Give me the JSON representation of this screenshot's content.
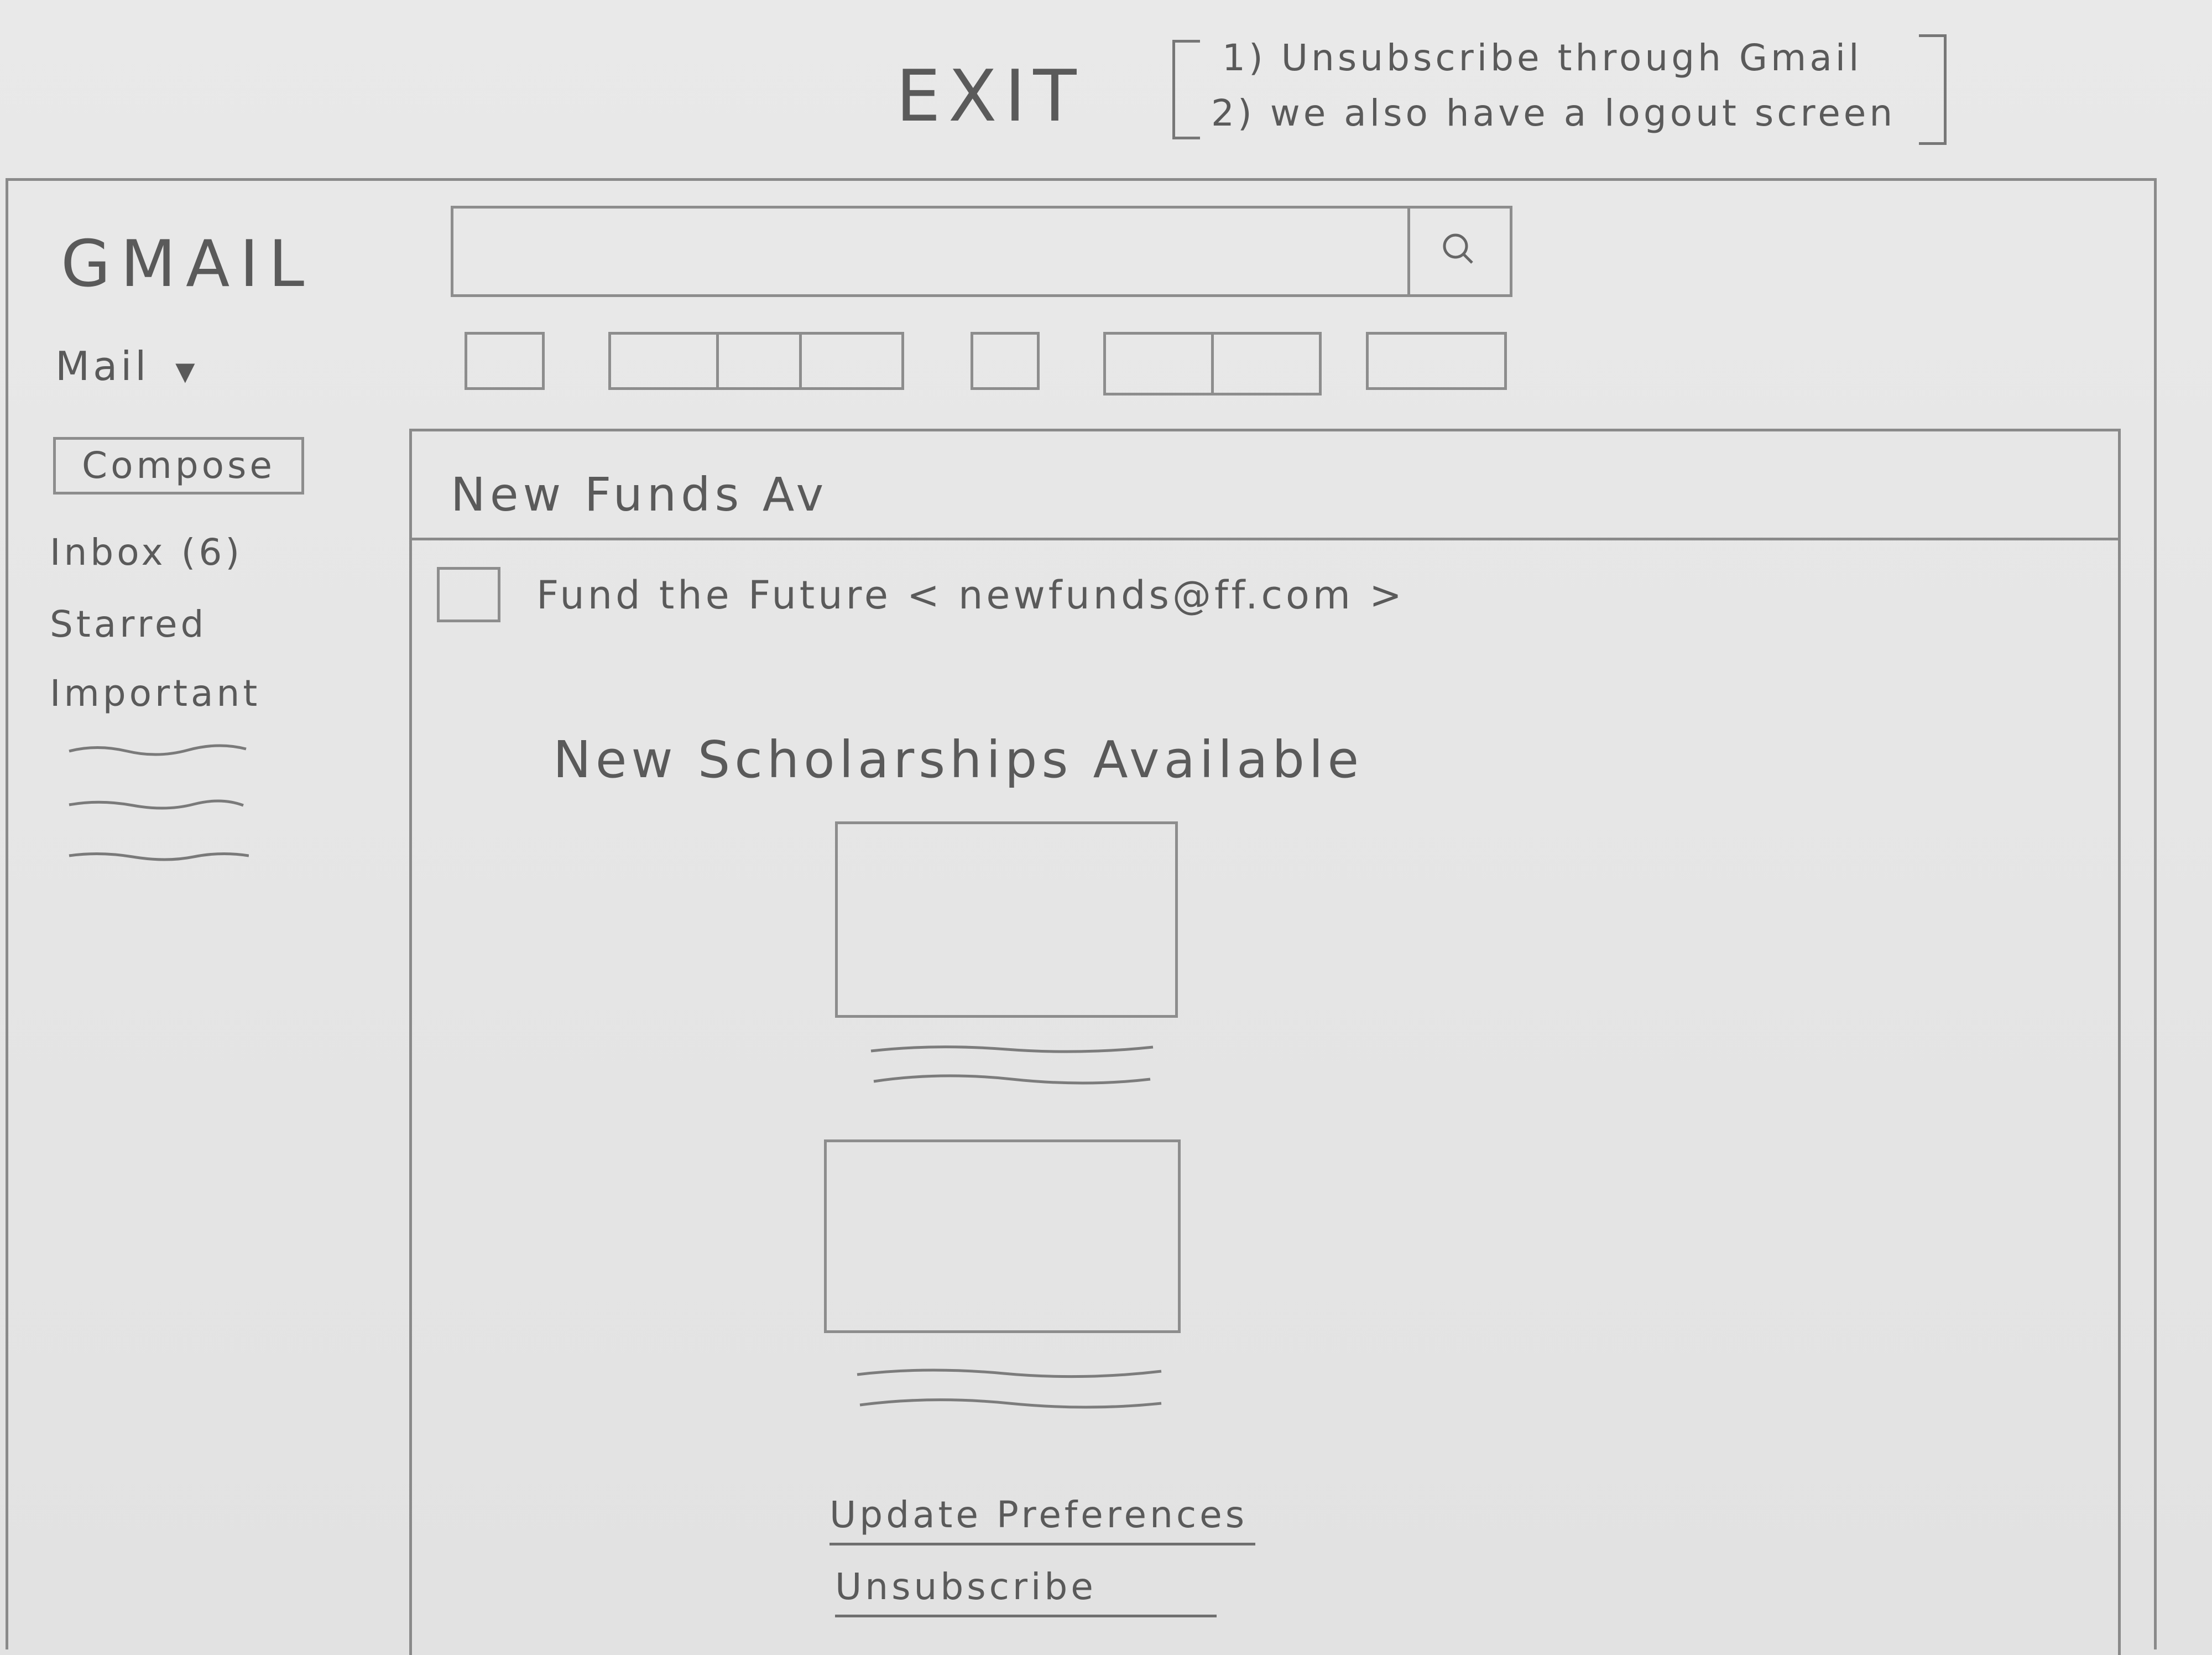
{
  "exit": {
    "label": "EXIT",
    "notes": [
      "1) Unsubscribe through Gmail",
      "2) we also have a logout screen"
    ]
  },
  "app": {
    "logo": "GMAIL",
    "mail_menu": "Mail"
  },
  "search": {
    "value": "",
    "icon": "search-icon"
  },
  "sidebar": {
    "compose_label": "Compose",
    "items": [
      {
        "label": "Inbox (6)"
      },
      {
        "label": "Starred"
      },
      {
        "label": "Important"
      }
    ]
  },
  "toolbar": {
    "icon": "toolbar-button"
  },
  "message": {
    "subject": "New Funds Av",
    "sender": "Fund the Future < newfunds@ff.com >",
    "headline": "New Scholarships Available",
    "links": {
      "update_preferences": "Update Preferences",
      "unsubscribe": "Unsubscribe"
    }
  },
  "colors": {
    "paper": "#e4e4e4",
    "pencil": "#5a5a5a",
    "line": "#8d8d8d"
  }
}
